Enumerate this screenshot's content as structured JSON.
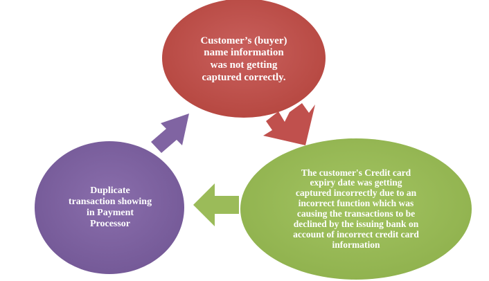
{
  "nodes": [
    {
      "id": "top",
      "text": "Customer’s (buyer)\nname information\nwas not getting\ncaptured correctly.",
      "color": "#c0504d"
    },
    {
      "id": "right",
      "text": "The customer's Credit card\nexpiry date was getting\ncaptured incorrectly due to an\nincorrect function which was\ncausing the transactions to be\ndeclined by the issuing bank on\naccount of incorrect credit card\ninformation",
      "color": "#9bbb59"
    },
    {
      "id": "left",
      "text": "Duplicate\ntransaction showing\nin Payment\nProcessor",
      "color": "#8064a2"
    }
  ],
  "arrows": [
    {
      "from": "top",
      "to": "right",
      "color": "#c0504d"
    },
    {
      "from": "right",
      "to": "left",
      "color": "#9bbb59"
    },
    {
      "from": "left",
      "to": "top",
      "color": "#8064a2"
    }
  ]
}
